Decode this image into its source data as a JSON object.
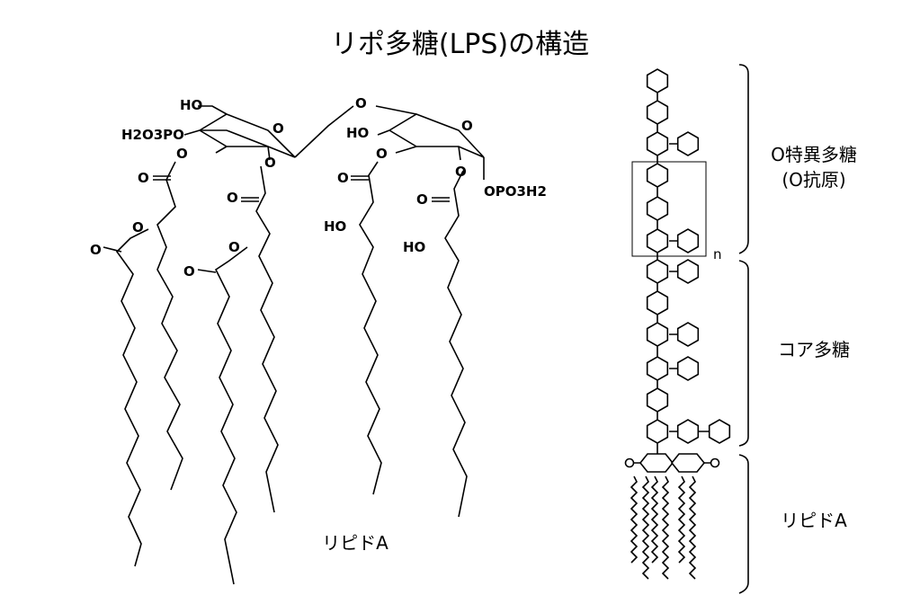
{
  "title": "リポ多糖(LPS)の構造",
  "lipid_a_caption": "リピドA",
  "repeat_subscript": "n",
  "regions": {
    "o_antigen_line1": "O特異多糖",
    "o_antigen_line2": "(O抗原)",
    "core": "コア多糖",
    "lipid_a": "リピドA"
  },
  "chem_labels": {
    "ho_top": "HO",
    "h2o3po": "H2O3PO",
    "o_ring1": "O",
    "o_bridge": "O",
    "ho_ring2": "HO",
    "o_ring2": "O",
    "opo3h2": "OPO3H2",
    "o_ester1": "O",
    "o_carbonyl1": "O",
    "o_ester2": "O",
    "o_carbonyl2": "O",
    "o_ester3": "O",
    "o_carbonyl3": "O",
    "o_ester4": "O",
    "o_carbonyl4": "O",
    "o_ester5": "O",
    "o_carbonyl5": "O",
    "o_ester6": "O",
    "o_carbonyl6": "O",
    "ho_chain1": "HO",
    "ho_chain2": "HO"
  }
}
